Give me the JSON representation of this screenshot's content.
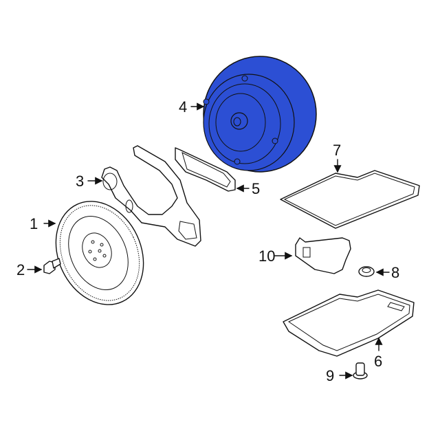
{
  "diagram": {
    "highlight_color": "#2c4fd4",
    "line_color": "#111111",
    "background": "#ffffff",
    "parts": [
      {
        "callout": "1",
        "name": "flexplate",
        "highlighted": false
      },
      {
        "callout": "2",
        "name": "flexplate-bolt",
        "highlighted": false
      },
      {
        "callout": "3",
        "name": "adapter-plate",
        "highlighted": false
      },
      {
        "callout": "4",
        "name": "torque-converter",
        "highlighted": true
      },
      {
        "callout": "5",
        "name": "cover-gasket",
        "highlighted": false
      },
      {
        "callout": "6",
        "name": "transmission-oil-pan",
        "highlighted": false
      },
      {
        "callout": "7",
        "name": "oil-pan-gasket",
        "highlighted": false
      },
      {
        "callout": "8",
        "name": "filter-seal",
        "highlighted": false
      },
      {
        "callout": "9",
        "name": "drain-plug",
        "highlighted": false
      },
      {
        "callout": "10",
        "name": "transmission-filter",
        "highlighted": false
      }
    ]
  }
}
